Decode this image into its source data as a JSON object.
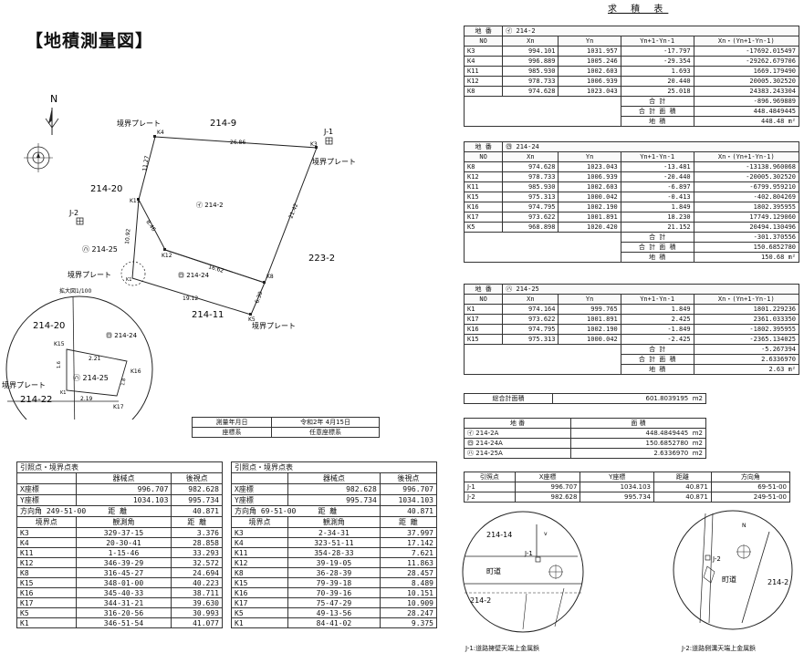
{
  "title": "【地積測量図】",
  "kyu_title": "求 積 表",
  "labels": {
    "north": "N",
    "lot_214_9": "214-9",
    "lot_214_20": "214-20",
    "lot_223_2": "223-2",
    "lot_214_11": "214-11",
    "lot_214_2": "214-2",
    "lot_214_24": "214-24",
    "lot_214_25": "214-25",
    "lot_214_22": "214-22",
    "plate_1": "境界プレート",
    "plate_2": "境界プレート",
    "plate_3": "境界プレート",
    "plate_4": "境界プレート",
    "plate_5": "境界プレート",
    "j1": "J-1",
    "j2": "J-2",
    "k4": "K4",
    "k3": "K3",
    "k11": "K11",
    "k12": "K12",
    "k8": "K8",
    "k5": "K5",
    "k1": "K1",
    "k15": "K15",
    "k16": "K16",
    "k17": "K17",
    "d_26_86": "26.86",
    "d_11_27": "11.27",
    "d_21_42": "21.42",
    "d_8_46": "8.46",
    "d_16_62": "16.62",
    "d_10_92": "10.92",
    "d_6_30": "6.30",
    "d_19_12": "19.12",
    "d_2_21": "2.21",
    "d_2_19": "2.19",
    "d_1_6": "1.6",
    "d_1_8": "1.8",
    "zoom": "拡大図1/100",
    "sym_2": "㋑",
    "sym_24": "㊃",
    "sym_25": "㋩"
  },
  "survey_info": {
    "date_label": "測量年月日",
    "date_value": "令和2年 4月15日",
    "coord_label": "座標系",
    "coord_value": "任意座標系"
  },
  "lots": [
    {
      "sym": "㋑",
      "chiban_label": "地 番",
      "chiban": "214-2",
      "headers": [
        "NO",
        "Xn",
        "Yn",
        "Yn+1-Yn-1",
        "Xn・(Yn+1-Yn-1)"
      ],
      "rows": [
        [
          "K3",
          "994.101",
          "1031.957",
          "-17.797",
          "-17692.015497"
        ],
        [
          "K4",
          "996.889",
          "1005.246",
          "-29.354",
          "-29262.679706"
        ],
        [
          "K11",
          "985.930",
          "1002.603",
          "1.693",
          "1669.179490"
        ],
        [
          "K12",
          "978.733",
          "1006.939",
          "20.440",
          "20005.302520"
        ],
        [
          "K8",
          "974.628",
          "1023.043",
          "25.018",
          "24383.243304"
        ]
      ],
      "sum_label": "合 計",
      "sum": "-896.969889",
      "double_label": "合 計 面 積",
      "double": "448.4849445",
      "area_label": "地 積",
      "area": "448.48",
      "unit": "m²"
    },
    {
      "sym": "㊃",
      "chiban_label": "地 番",
      "chiban": "214-24",
      "headers": [
        "NO",
        "Xn",
        "Yn",
        "Yn+1-Yn-1",
        "Xn・(Yn+1-Yn-1)"
      ],
      "rows": [
        [
          "K8",
          "974.628",
          "1023.043",
          "-13.481",
          "-13138.960068"
        ],
        [
          "K12",
          "978.733",
          "1006.939",
          "-20.440",
          "-20005.302520"
        ],
        [
          "K11",
          "985.930",
          "1002.603",
          "-6.897",
          "-6799.959210"
        ],
        [
          "K15",
          "975.313",
          "1000.042",
          "-0.413",
          "-402.804269"
        ],
        [
          "K16",
          "974.795",
          "1002.190",
          "1.849",
          "1802.395955"
        ],
        [
          "K17",
          "973.622",
          "1001.891",
          "18.230",
          "17749.129060"
        ],
        [
          "K5",
          "968.898",
          "1020.420",
          "21.152",
          "20494.130496"
        ]
      ],
      "sum_label": "合 計",
      "sum": "-301.370556",
      "double_label": "合 計 面 積",
      "double": "150.6852780",
      "area_label": "地 積",
      "area": "150.68",
      "unit": "m²"
    },
    {
      "sym": "㋩",
      "chiban_label": "地 番",
      "chiban": "214-25",
      "headers": [
        "NO",
        "Xn",
        "Yn",
        "Yn+1-Yn-1",
        "Xn・(Yn+1-Yn-1)"
      ],
      "rows": [
        [
          "K1",
          "974.164",
          "999.765",
          "1.849",
          "1801.229236"
        ],
        [
          "K17",
          "973.622",
          "1001.891",
          "2.425",
          "2361.033350"
        ],
        [
          "K16",
          "974.795",
          "1002.190",
          "-1.849",
          "-1802.395955"
        ],
        [
          "K15",
          "975.313",
          "1000.042",
          "-2.425",
          "-2365.134025"
        ]
      ],
      "sum_label": "合 計",
      "sum": "-5.267394",
      "double_label": "合 計 面 積",
      "double": "2.6336970",
      "area_label": "地 積",
      "area": "2.63",
      "unit": "m²"
    }
  ],
  "total": {
    "label": "総合計面積",
    "value": "601.8039195",
    "unit": "m2"
  },
  "summary": {
    "headers": [
      "地 番",
      "面 積"
    ],
    "rows": [
      {
        "sym": "㋑",
        "lot": "214-2A",
        "area": "448.4849445",
        "unit": "m2"
      },
      {
        "sym": "㊃",
        "lot": "214-24A",
        "area": "150.6852780",
        "unit": "m2"
      },
      {
        "sym": "㋩",
        "lot": "214-25A",
        "area": "2.6336970",
        "unit": "m2"
      }
    ]
  },
  "ref_points": {
    "headers": [
      "引照点",
      "X座標",
      "Y座標",
      "距離",
      "方向角"
    ],
    "rows": [
      [
        "J-1",
        "996.707",
        "1034.103",
        "40.871",
        "69-51-00"
      ],
      [
        "J-2",
        "982.628",
        "995.734",
        "40.871",
        "249-51-00"
      ]
    ]
  },
  "point_tables": [
    {
      "title": "引照点・境界点表",
      "instr_label": "器械点",
      "back_label": "後視点",
      "x_label": "X座標",
      "x_instr": "996.707",
      "x_back": "982.628",
      "y_label": "Y座標",
      "y_instr": "1034.103",
      "y_back": "995.734",
      "dir_label": "方向角",
      "dir_value": "249-51-00",
      "dist_label": "距 離",
      "dist_value": "40.871",
      "pt_label": "境界点",
      "ang_label": "観測角",
      "d_label": "距 離",
      "rows": [
        [
          "K3",
          "329-37-15",
          "3.376"
        ],
        [
          "K4",
          "20-30-41",
          "28.858"
        ],
        [
          "K11",
          "1-15-46",
          "33.293"
        ],
        [
          "K12",
          "346-39-29",
          "32.572"
        ],
        [
          "K8",
          "316-45-27",
          "24.694"
        ],
        [
          "K15",
          "348-01-00",
          "40.223"
        ],
        [
          "K16",
          "345-40-33",
          "38.711"
        ],
        [
          "K17",
          "344-31-21",
          "39.630"
        ],
        [
          "K5",
          "316-20-56",
          "30.993"
        ],
        [
          "K1",
          "346-51-54",
          "41.077"
        ]
      ]
    },
    {
      "title": "引照点・境界点表",
      "instr_label": "器械点",
      "back_label": "後視点",
      "x_label": "X座標",
      "x_instr": "982.628",
      "x_back": "996.707",
      "y_label": "Y座標",
      "y_instr": "995.734",
      "y_back": "1034.103",
      "dir_label": "方向角",
      "dir_value": "69-51-00",
      "dist_label": "距 離",
      "dist_value": "40.871",
      "pt_label": "境界点",
      "ang_label": "観測角",
      "d_label": "距 離",
      "rows": [
        [
          "K3",
          "2-34-31",
          "37.997"
        ],
        [
          "K4",
          "323-51-11",
          "17.142"
        ],
        [
          "K11",
          "354-28-33",
          "7.621"
        ],
        [
          "K12",
          "39-19-05",
          "11.863"
        ],
        [
          "K8",
          "36-28-39",
          "28.457"
        ],
        [
          "K15",
          "79-39-18",
          "8.489"
        ],
        [
          "K16",
          "70-39-16",
          "10.151"
        ],
        [
          "K17",
          "75-47-29",
          "10.909"
        ],
        [
          "K5",
          "49-13-56",
          "28.247"
        ],
        [
          "K1",
          "84-41-02",
          "9.375"
        ]
      ]
    }
  ],
  "inset": {
    "j1_lot_a": "214-14",
    "j1_lot_b": "214-2",
    "j1_road": "町道",
    "j1_label": "J-1",
    "j2_lot": "214-2",
    "j2_road": "町道",
    "j2_label": "J-2",
    "j1_caption": "J-1:道路擁壁天端上金属鋲",
    "j2_caption": "J-2:道路側溝天端上金属鋲"
  }
}
